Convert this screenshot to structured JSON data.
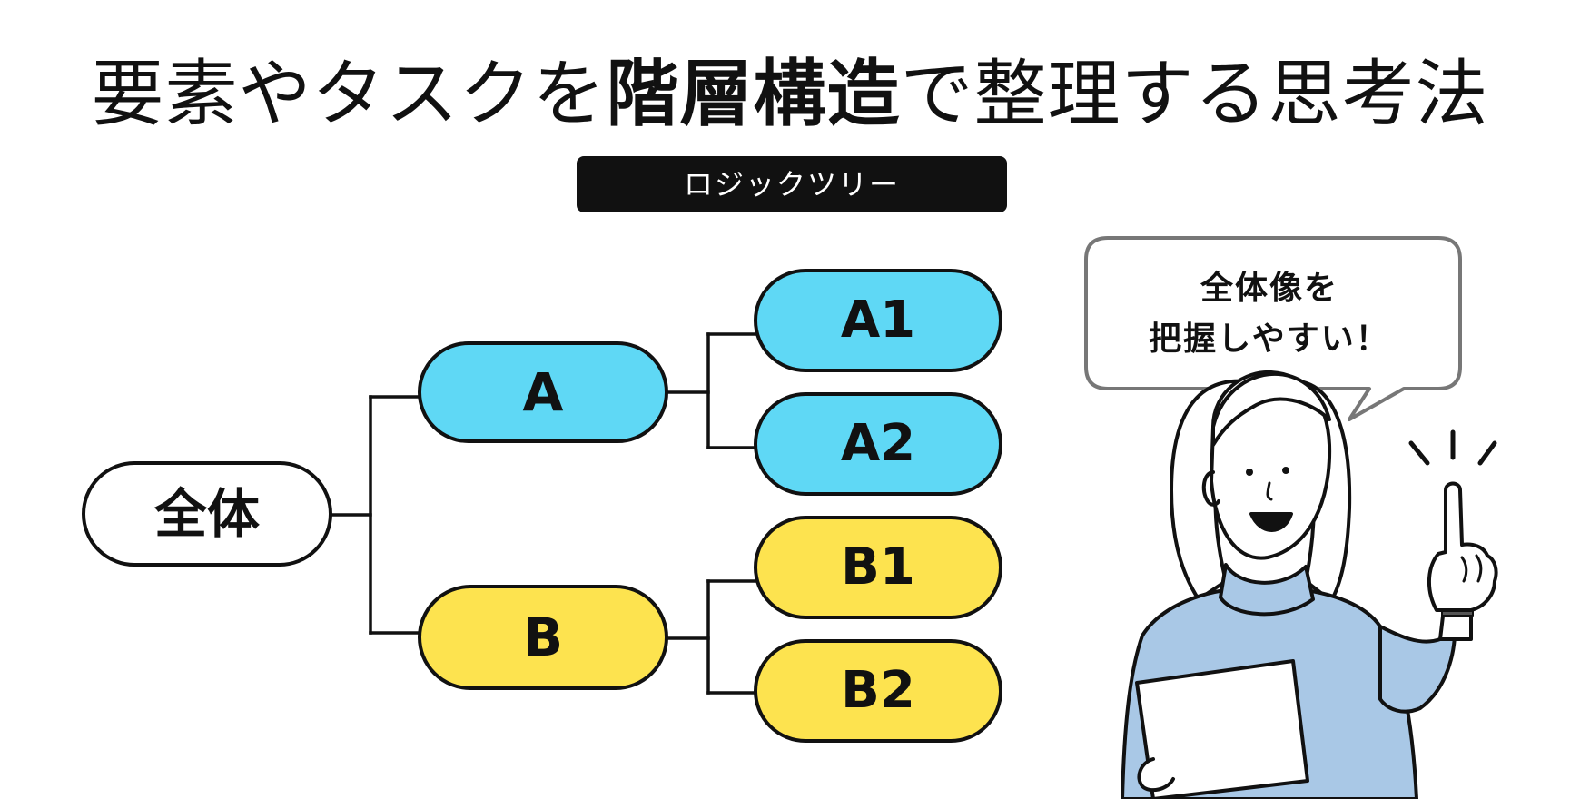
{
  "title": {
    "part1": "要素やタスクを",
    "emphasis": "階層構造",
    "part2": "で整理する思考法"
  },
  "label": "ロジックツリー",
  "tree": {
    "root": "全体",
    "branch_a": {
      "label": "A",
      "color": "#5fd8f5",
      "children": [
        "A1",
        "A2"
      ]
    },
    "branch_b": {
      "label": "B",
      "color": "#fde34f",
      "children": [
        "B1",
        "B2"
      ]
    }
  },
  "speech_bubble": {
    "line1": "全体像を",
    "line2": "把握しやすい！"
  },
  "illustration": {
    "icon": "woman-pointing-up-illustration",
    "shirt_color": "#a9c8e6"
  }
}
